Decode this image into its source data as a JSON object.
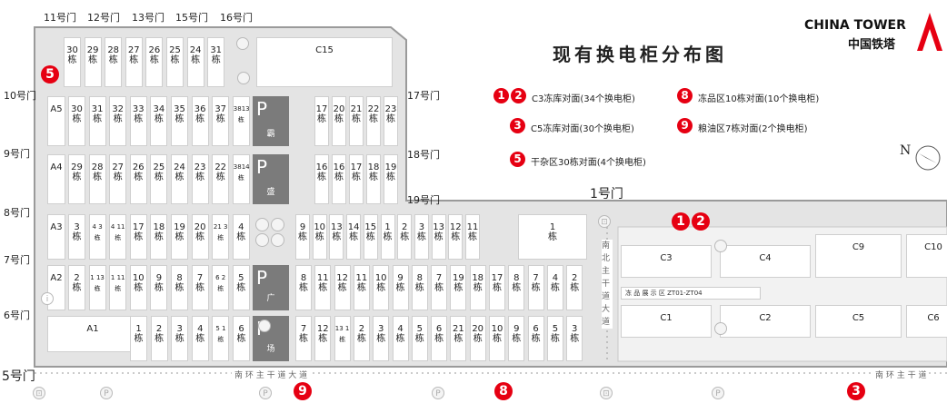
{
  "title": "现有换电柜分布图",
  "logo": {
    "en": "CHINA TOWER",
    "cn": "中国铁塔"
  },
  "top_gates": [
    "11号门",
    "12号门",
    "13号门",
    "15号门",
    "16号门"
  ],
  "left_gates": [
    "10号门",
    "9号门",
    "8号门",
    "7号门",
    "6号门",
    "5号门"
  ],
  "right_gates": [
    "17号门",
    "18号门",
    "19号门"
  ],
  "gate1": "1号门",
  "legend": [
    {
      "badges": [
        "1",
        "2"
      ],
      "text": "C3冻库对面(34个换电柜)"
    },
    {
      "badges": [
        "3"
      ],
      "text": "C5冻库对面(30个换电柜)"
    },
    {
      "badges": [
        "5"
      ],
      "text": "干杂区30栋对面(4个换电柜)"
    },
    {
      "badges": [
        "8"
      ],
      "text": "冻品区10栋对面(10个换电柜)"
    },
    {
      "badges": [
        "9"
      ],
      "text": "粮油区7栋对面(2个换电柜)"
    }
  ],
  "compass": "N",
  "dong": "栋",
  "row1": [
    "30",
    "29",
    "28",
    "27",
    "26",
    "25",
    "24",
    "31"
  ],
  "row1_special": "C15",
  "row2_left": [
    "30",
    "31",
    "32",
    "33",
    "34",
    "35",
    "36",
    "37",
    "3813"
  ],
  "row2_right": [
    "17",
    "20",
    "21",
    "22",
    "23"
  ],
  "row3_left": [
    "29",
    "28",
    "27",
    "26",
    "25",
    "24",
    "23",
    "22",
    "3814"
  ],
  "row3_right": [
    "16",
    "16",
    "17",
    "18",
    "19"
  ],
  "row4_left": [
    "3",
    "4 3",
    "4 11",
    "17",
    "18",
    "19",
    "20",
    "21 3",
    "4"
  ],
  "row4_right": [
    "9",
    "10",
    "13",
    "14",
    "15",
    "1",
    "2",
    "3",
    "13",
    "12",
    "11"
  ],
  "row4_big": "1",
  "row5_left": [
    "2",
    "1 13",
    "1 11",
    "10",
    "9",
    "8",
    "7",
    "6 2",
    "5"
  ],
  "row5_right": [
    "8",
    "11",
    "12",
    "11",
    "10",
    "9",
    "8",
    "7",
    "19",
    "18",
    "17",
    "8",
    "7",
    "4",
    "2"
  ],
  "row6_left": [
    "1",
    "2",
    "3",
    "4",
    "5 1",
    "6"
  ],
  "row6_right": [
    "7",
    "12",
    "13 1",
    "2",
    "3",
    "4",
    "5",
    "6",
    "21",
    "20",
    "10",
    "9",
    "6",
    "5",
    "3"
  ],
  "a_blocks": [
    "A5",
    "A4",
    "A3",
    "A2",
    "A1"
  ],
  "parking_labels": [
    "霸",
    "盛",
    "",
    "广",
    "场"
  ],
  "cold": {
    "top": [
      "C3",
      "C4",
      "C9",
      "C10"
    ],
    "bottom": [
      "C1",
      "C2",
      "C5",
      "C6"
    ],
    "zone_label": "冻 品 展 示 区   ZT01-ZT04"
  },
  "road_bottom": "南 环 主 干 道 大 道",
  "road_right": "南 环 主 干 道",
  "road_vertical": "南 北 主 干 道 大 道",
  "bottom_badges": [
    "9",
    "8",
    "3"
  ],
  "side_badge": "5",
  "colors": {
    "red": "#e60012",
    "ground": "#e3e3e3",
    "parking": "#7b7b7b",
    "border": "#9a9a9a"
  }
}
